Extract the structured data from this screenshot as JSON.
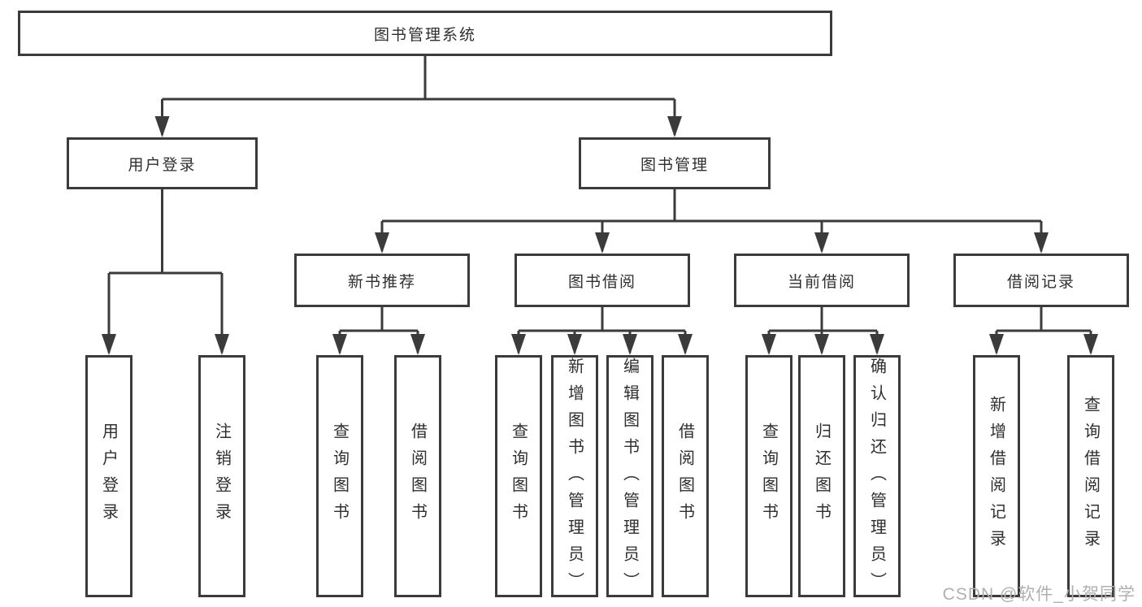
{
  "diagram": {
    "type": "tree",
    "root": {
      "label": "图书管理系统",
      "children": [
        {
          "label": "用户登录",
          "children": [
            {
              "label": "用户登录"
            },
            {
              "label": "注销登录"
            }
          ]
        },
        {
          "label": "图书管理",
          "children": [
            {
              "label": "新书推荐",
              "children": [
                {
                  "label": "查询图书"
                },
                {
                  "label": "借阅图书"
                }
              ]
            },
            {
              "label": "图书借阅",
              "children": [
                {
                  "label": "查询图书"
                },
                {
                  "label": "新增图书（管理员）"
                },
                {
                  "label": "编辑图书（管理员）"
                },
                {
                  "label": "借阅图书"
                }
              ]
            },
            {
              "label": "当前借阅",
              "children": [
                {
                  "label": "查询图书"
                },
                {
                  "label": "归还图书"
                },
                {
                  "label": "确认归还（管理员）"
                }
              ]
            },
            {
              "label": "借阅记录",
              "children": [
                {
                  "label": "新增借阅记录"
                },
                {
                  "label": "查询借阅记录"
                }
              ]
            }
          ]
        }
      ]
    },
    "watermark": "CSDN @软件_小贺同学"
  },
  "colors": {
    "background": "#ffffff",
    "line": "#3b3b3b",
    "text": "#2f2f2f",
    "watermark": "#b0b0b0"
  }
}
